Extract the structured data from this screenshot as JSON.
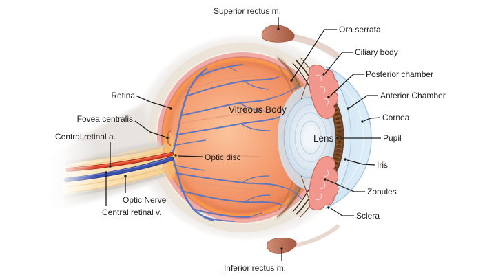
{
  "labels": {
    "superior_rectus": "Superior rectus m.",
    "ora_serrata": "Ora serrata",
    "ciliary_body": "Ciliary body",
    "posterior_chamber": "Posterior chamber",
    "anterior_chamber": "Anterior Chamber",
    "cornea": "Cornea",
    "pupil": "Pupil",
    "iris": "Iris",
    "zonules": "Zonules",
    "sclera": "Sclera",
    "inferior_rectus": "Inferior rectus m.",
    "retina": "Retina",
    "fovea_centralis": "Fovea centralis",
    "central_retinal_a": "Central retinal a.",
    "optic_disc": "Optic disc",
    "optic_nerve": "Optic Nerve",
    "central_retinal_v": "Central retinal v.",
    "vitreous_body": "Vitreous Body",
    "lens": "Lens"
  },
  "colors": {
    "background": "#ffffff",
    "sclera": "#ece3d9",
    "choroid": "#efaba5",
    "choroid_dark": "#e08377",
    "retina": "#f9994f",
    "vitreous": "#f2946b",
    "vessel_blue": "#6076bc",
    "vessel_red": "#e09577",
    "artery_red": "#d84426",
    "vein_blue": "#3a50ae",
    "nerve_yellow": "#f7d9a2",
    "iris_brown": "#6f4124",
    "ciliary_pink": "#f2978e",
    "lens_blue": "#dce9f2",
    "cornea_blue": "#d6e9f6",
    "muscle": "#bf7258",
    "label_text": "#1c1c1c",
    "label_line": "#1c1c1c"
  }
}
